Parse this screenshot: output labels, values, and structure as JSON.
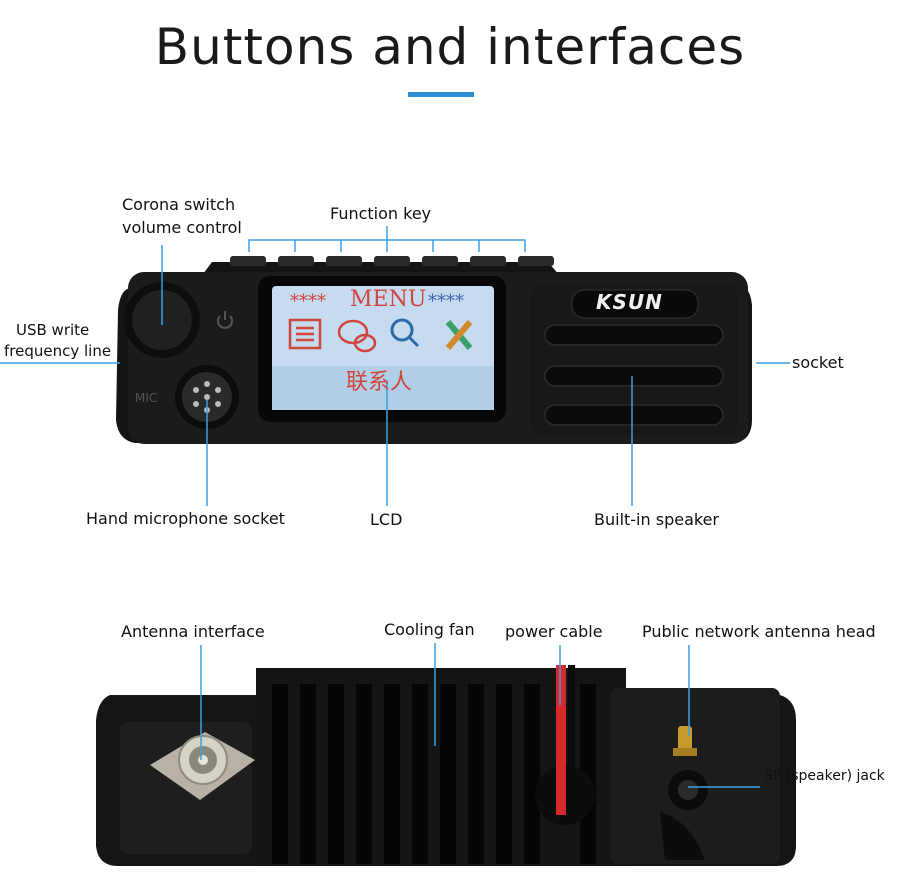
{
  "title": "Buttons and interfaces",
  "colors": {
    "accent": "#2b8fd6",
    "callout_line": "#3aa0e6"
  },
  "brand": "KSUN",
  "device": {
    "mic_label": "MIC",
    "screen": {
      "menu_text": "MENU",
      "stars": "****",
      "bottom_text": "联系人"
    },
    "screen_icons": [
      "contacts-icon",
      "messages-icon",
      "search-icon",
      "settings-icon"
    ]
  },
  "front_labels": {
    "corona_switch": "Corona switch",
    "volume_control": "volume control",
    "function_key": "Function key",
    "usb_write": "USB write",
    "frequency_line": "frequency line",
    "socket": "socket",
    "hand_mic_socket": "Hand microphone socket",
    "lcd": "LCD",
    "builtin_speaker": "Built-in speaker"
  },
  "back_labels": {
    "antenna_interface": "Antenna interface",
    "cooling_fan": "Cooling fan",
    "power_cable": "power cable",
    "public_antenna_head": "Public network antenna head",
    "sp_jack": "SP (speaker) jack"
  }
}
